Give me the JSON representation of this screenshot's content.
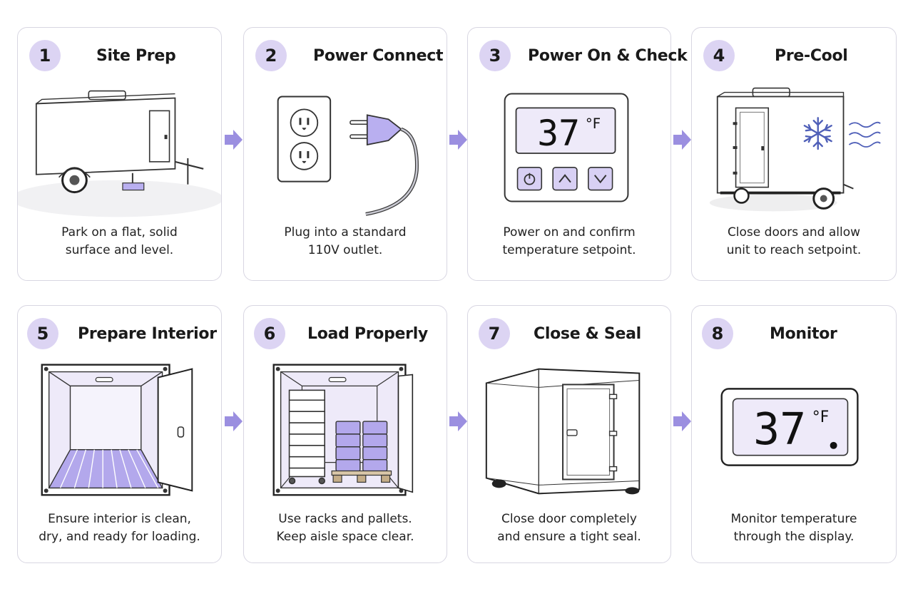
{
  "steps": [
    {
      "number": "1",
      "title": "Site Prep",
      "line1": "Park on a flat, solid",
      "line2": "surface and level."
    },
    {
      "number": "2",
      "title": "Power Connect",
      "line1": "Plug into a standard",
      "line2": "110V outlet."
    },
    {
      "number": "3",
      "title": "Power On & Check",
      "line1": "Power on and confirm",
      "line2": "temperature setpoint."
    },
    {
      "number": "4",
      "title": "Pre-Cool",
      "line1": "Close doors and allow",
      "line2": "unit to reach setpoint."
    },
    {
      "number": "5",
      "title": "Prepare Interior",
      "line1": "Ensure interior is clean,",
      "line2": "dry, and ready for loading."
    },
    {
      "number": "6",
      "title": "Load Properly",
      "line1": "Use racks and pallets.",
      "line2": "Keep aisle space clear."
    },
    {
      "number": "7",
      "title": "Close & Seal",
      "line1": "Close door completely",
      "line2": "and ensure a tight seal."
    },
    {
      "number": "8",
      "title": "Monitor",
      "line1": "Monitor temperature",
      "line2": "through the display."
    }
  ],
  "displays": {
    "step3_temp": "37",
    "step3_unit": "°F",
    "step8_temp": "37",
    "step8_unit": "°F"
  },
  "colors": {
    "accent": "#9b8fe0",
    "badge": "#dcd4f3",
    "border": "#d8d6e2"
  }
}
